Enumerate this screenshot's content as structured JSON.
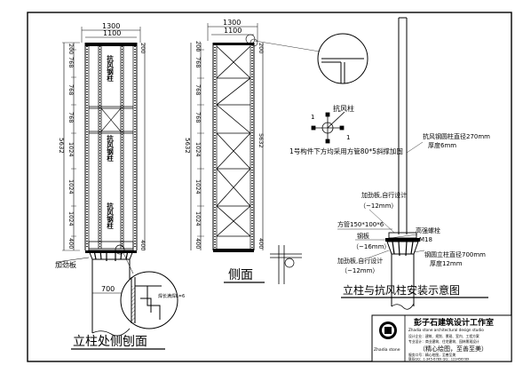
{
  "dims": {
    "width_1300": "1300",
    "width_1100": "1100",
    "width_700": "700",
    "vertical_200": "200",
    "vertical_768": "768",
    "vertical_1024": "1024",
    "vertical_400": "400",
    "vertical_5632": "5632"
  },
  "labels": {
    "wind_steel_col": "抗风钢柱",
    "side_elevation_title": "立柱处侧刨面",
    "side_title": "侧面",
    "install_title": "立柱与抗风柱安装示意图",
    "stiffener_plate": "加劲板",
    "weld_note": "焊长满焊L=6",
    "member_note": "1号构件下方均采用方管80*5斜撑加固",
    "wind_col": "抗风柱",
    "node_1": "1",
    "wind_pipe_dia": "抗风钢圆柱直径270mm",
    "wind_pipe_thk": "厚度6mm",
    "stiffener_self": "加劲板,自行设计",
    "dim_12mm": "（~12mm）",
    "square_tube": "方管150*100*6",
    "hs_bolt": "高强螺栓",
    "m18": "M18",
    "steel_plate": "钢板",
    "dim_16mm": "（~16mm）",
    "pipe_col_dia": "钢圆立柱直径700mm",
    "pipe_col_thk": "厚度12mm"
  },
  "titleblock": {
    "studio": "彭子石建筑设计工作室",
    "studio_en": "Zhadia stone architectural design studio",
    "desc_1": "设计企业：建筑、规划、景观、室内、工程方案",
    "desc_2": "专业设计：商业建筑、住宅建筑、园林景观设计",
    "desc_3": "服务口号：精心绘图，至善至美",
    "slogan": "（精心绘图，至善至美）",
    "logo_text": "Zhadia stone",
    "contact": "联系QQ：1-345-6789  QQ：123456789"
  }
}
